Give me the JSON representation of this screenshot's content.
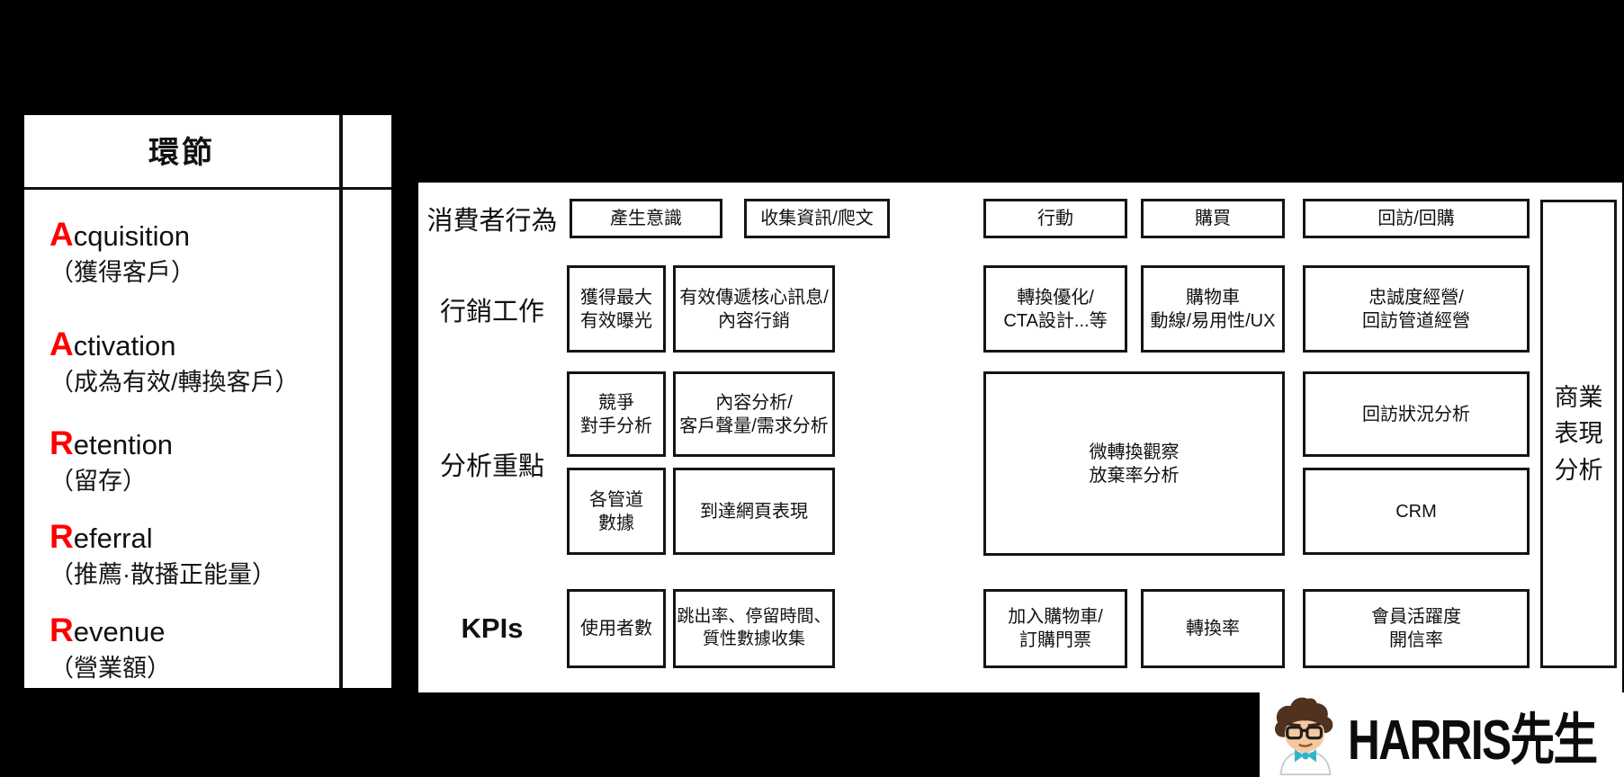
{
  "colors": {
    "page_bg": "#000000",
    "panel_bg": "#ffffff",
    "accent_red": "#ff0000",
    "bow_teal": "#2fb4c6",
    "line_black": "#141414"
  },
  "left_panel": {
    "title": "環節",
    "stages": [
      {
        "initial": "A",
        "rest": "cquisition",
        "zh": "（獲得客戶）"
      },
      {
        "initial": "A",
        "rest": "ctivation",
        "zh": "（成為有效/轉換客戶）"
      },
      {
        "initial": "R",
        "rest": "etention",
        "zh": "（留存）"
      },
      {
        "initial": "R",
        "rest": "eferral",
        "zh": "（推薦·散播正能量）"
      },
      {
        "initial": "R",
        "rest": "evenue",
        "zh": "（營業額）"
      }
    ]
  },
  "matrix": {
    "row_labels": {
      "behavior": "消費者行為",
      "marketing": "行銷工作",
      "analysis": "分析重點",
      "kpis": "KPIs"
    },
    "behavior": [
      "產生意識",
      "收集資訊/爬文",
      "行動",
      "購買",
      "回訪/回購"
    ],
    "marketing": [
      "獲得最大\n有效曝光",
      "有效傳遞核心訊息/\n內容行銷",
      "轉換優化/\nCTA設計...等",
      "購物車\n動線/易用性/UX",
      "忠誠度經營/\n回訪管道經營"
    ],
    "analysis": {
      "competitor": "競爭\n對手分析",
      "content": "內容分析/\n客戶聲量/需求分析",
      "channel_data": "各管道\n數據",
      "landing_page": "到達網頁表現",
      "micro_conversion": "微轉換觀察\n放棄率分析",
      "revisit_status": "回訪狀況分析",
      "crm": "CRM"
    },
    "kpis": [
      "使用者數",
      "跳出率、停留時間、\n質性數據收集",
      "加入購物車/\n訂購門票",
      "轉換率",
      "會員活躍度\n開信率"
    ],
    "business_performance": "商業\n表現\n分析"
  },
  "logo": {
    "text": "HARRIS先生"
  }
}
